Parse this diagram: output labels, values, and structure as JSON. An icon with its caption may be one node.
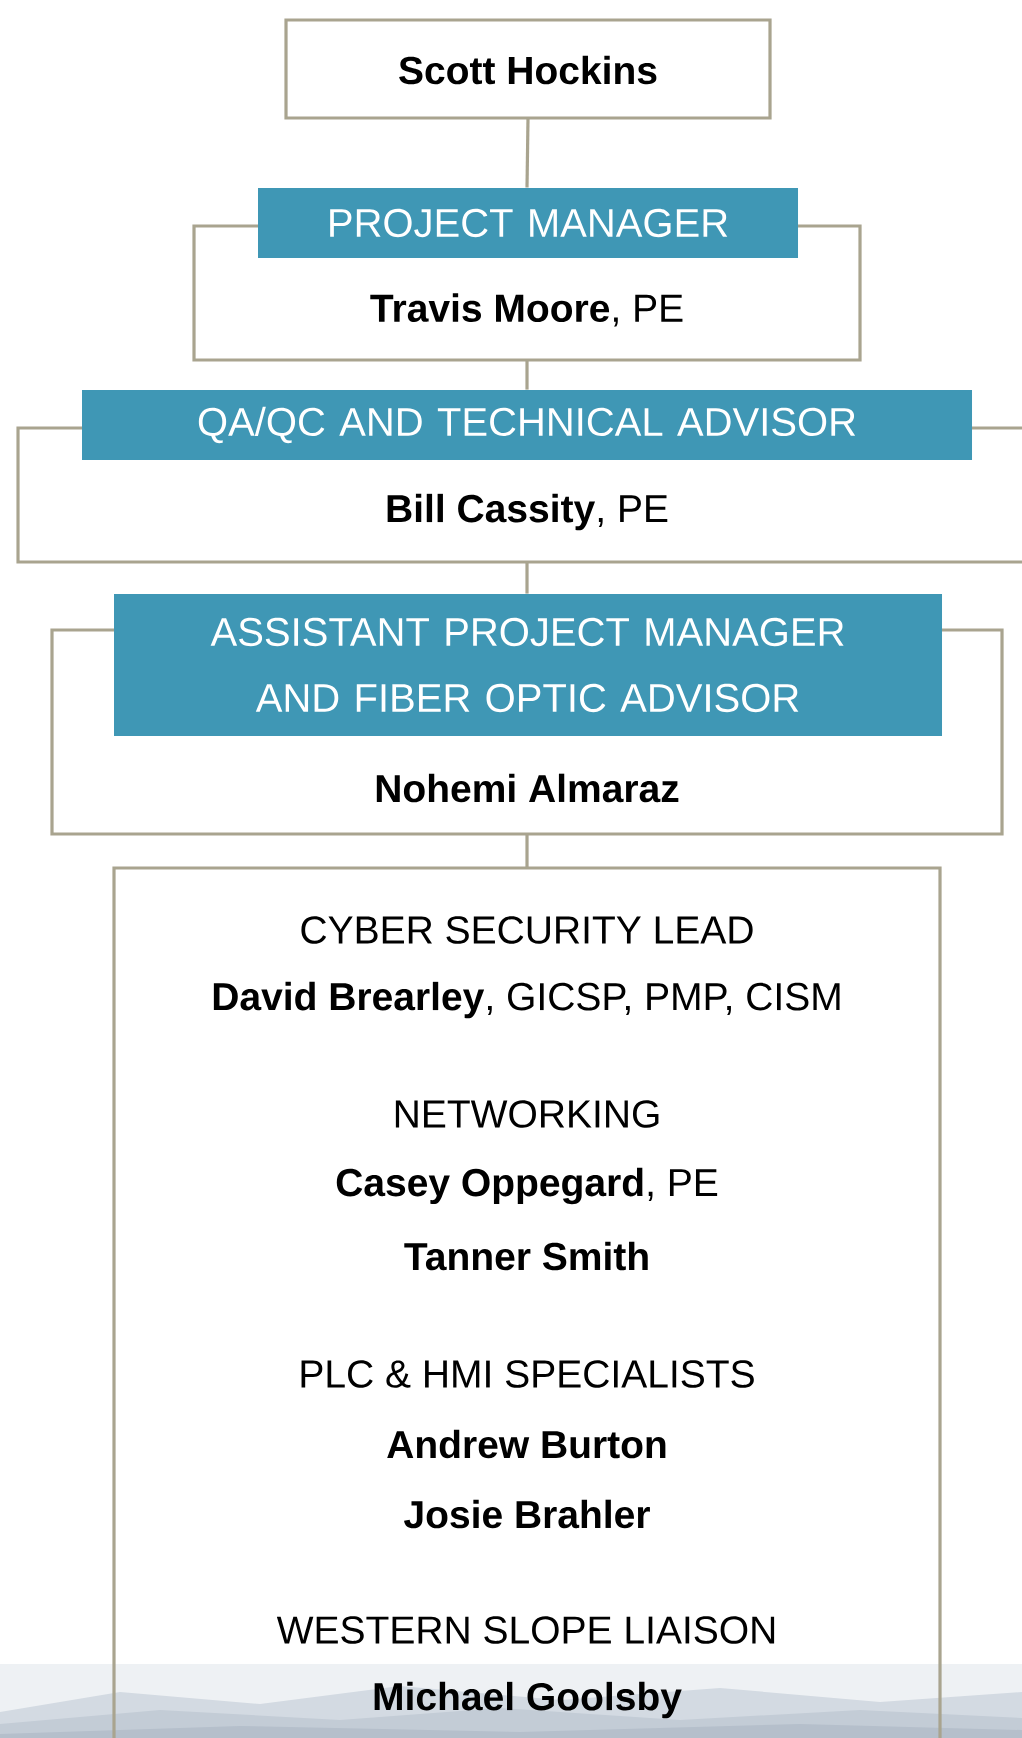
{
  "diagram": {
    "nodes": [
      {
        "text": [
          "Scott Hockins"
        ]
      },
      {
        "text": [
          "PROJECT MANAGER",
          "**Travis Moore**, PE"
        ]
      },
      {
        "text": [
          "QA/QC AND TECHNICAL ADVISOR",
          "**Bill Cassity**, PE"
        ]
      },
      {
        "text": [
          "ASSISTANT PROJECT MANAGER AND FIBER OPTIC ADVISOR",
          "Nohemi Almaraz"
        ]
      },
      {
        "text": [
          "CYBER SECURITY LEAD",
          "**David Brearley**, GICSP, PMP, CISM",
          "NETWORKING",
          "**Casey Oppegard**, PE",
          "Tanner Smith",
          "PLC & HMI SPECIALISTS",
          "Andrew Burton",
          "Josie Brahler",
          "WESTERN SLOPE LIAISON",
          "Michael Goolsby"
        ]
      }
    ],
    "edges": [
      {
        "from": 0,
        "to": 1,
        "arrow": "none"
      },
      {
        "from": 1,
        "to": 2,
        "arrow": "none"
      },
      {
        "from": 2,
        "to": 3,
        "arrow": "none"
      },
      {
        "from": 3,
        "to": 4,
        "arrow": "none"
      }
    ]
  }
}
